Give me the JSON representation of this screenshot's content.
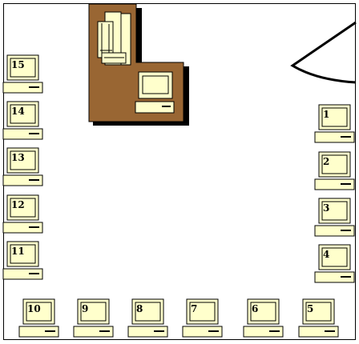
{
  "room": {
    "colors": {
      "monitor_fill": "#ffffcc",
      "desk_brown": "#996633",
      "shadow": "#000000",
      "outline": "#000000",
      "background": "#ffffff"
    },
    "stations": [
      {
        "label": "1"
      },
      {
        "label": "2"
      },
      {
        "label": "3"
      },
      {
        "label": "4"
      },
      {
        "label": "5"
      },
      {
        "label": "6"
      },
      {
        "label": "7"
      },
      {
        "label": "8"
      },
      {
        "label": "9"
      },
      {
        "label": "10"
      },
      {
        "label": "11"
      },
      {
        "label": "12"
      },
      {
        "label": "13"
      },
      {
        "label": "14"
      },
      {
        "label": "15"
      }
    ]
  }
}
